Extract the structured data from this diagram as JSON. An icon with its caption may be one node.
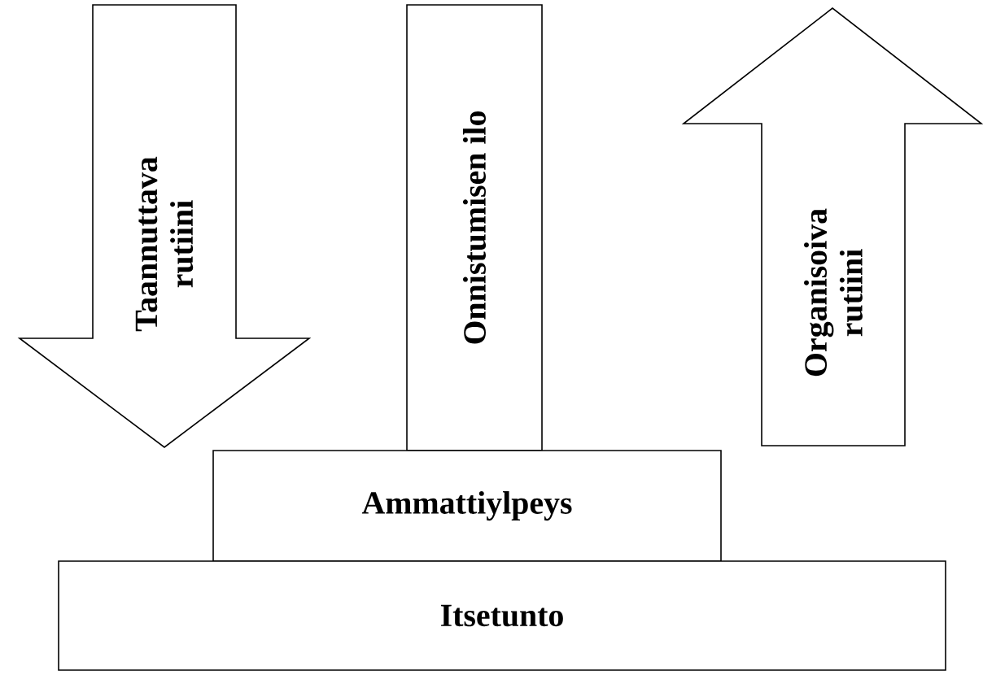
{
  "diagram": {
    "nodes": [
      {
        "text": [
          "Taannuttava rutiini"
        ]
      },
      {
        "text": [
          "Onnistumisen ilo"
        ]
      },
      {
        "text": [
          "Organisoiva rutiini"
        ]
      },
      {
        "text": [
          "Ammattiylpeys"
        ]
      },
      {
        "text": [
          "Itsetunto"
        ]
      }
    ]
  }
}
